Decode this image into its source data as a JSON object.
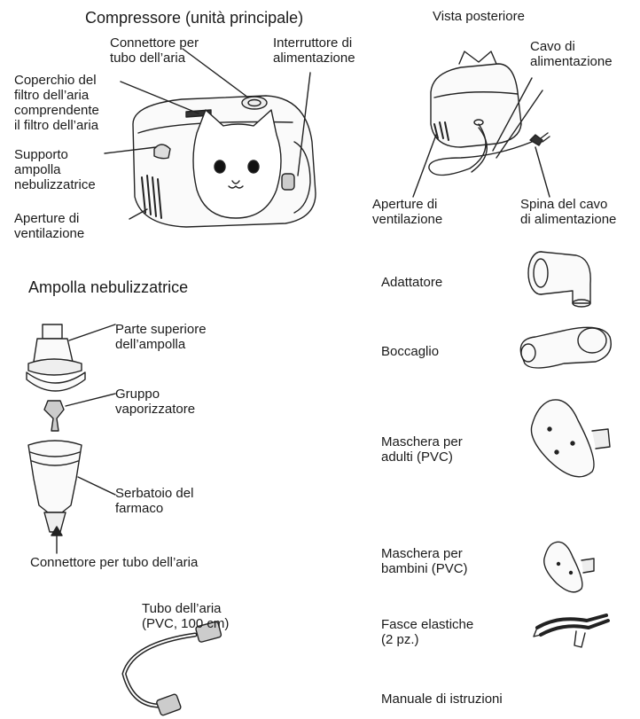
{
  "compressor": {
    "title": "Compressore (unità principale)",
    "labels": {
      "air_connector": "Connettore per\ntubo dell’aria",
      "power_switch": "Interruttore di\nalimentazione",
      "filter_cover": "Coperchio del\nfiltro dell’aria\ncomprendente\nil filtro dell’aria",
      "nebulizer_holder": "Supporto\nampolla\nnebulizzatrice",
      "vents": "Aperture di\nventilazione"
    }
  },
  "rear_view": {
    "title": "Vista posteriore",
    "labels": {
      "power_cord": "Cavo di\nalimentazione",
      "vents": "Aperture di\nventilazione",
      "plug": "Spina del cavo\ndi alimentazione"
    }
  },
  "nebulizer": {
    "title": "Ampolla nebulizzatrice",
    "labels": {
      "top": "Parte superiore\ndell’ampolla",
      "vaporizer": "Gruppo\nvaporizzatore",
      "tank": "Serbatoio del\nfarmaco",
      "connector": "Connettore per tubo dell’aria"
    }
  },
  "accessories": {
    "adapter": "Adattatore",
    "mouthpiece": "Boccaglio",
    "adult_mask": "Maschera per\nadulti (PVC)",
    "child_mask": "Maschera per\nbambini (PVC)",
    "straps": "Fasce elastiche\n(2 pz.)",
    "manual": "Manuale di istruzioni",
    "tube": "Tubo dell’aria\n(PVC, 100 cm)"
  }
}
